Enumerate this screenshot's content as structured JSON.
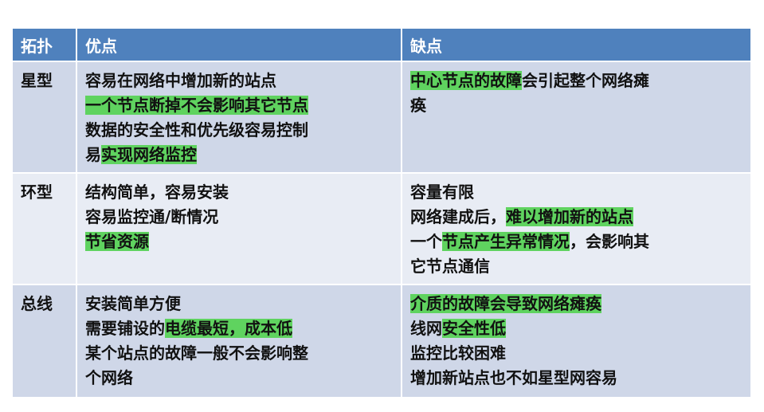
{
  "header": {
    "topology": "拓扑",
    "pros": "优点",
    "cons": "缺点"
  },
  "rows": [
    {
      "topology": "星型",
      "pros": [
        {
          "parts": [
            {
              "text": "容易在网络中增加新的站点",
              "hl": false
            }
          ]
        },
        {
          "parts": [
            {
              "text": "一个节点断掉不会影响其它节点",
              "hl": true
            }
          ]
        },
        {
          "parts": [
            {
              "text": "数据的安全性和优先级容易控制",
              "hl": false
            }
          ]
        },
        {
          "parts": [
            {
              "text": "易",
              "hl": false
            },
            {
              "text": "实现网络监控",
              "hl": true
            }
          ]
        }
      ],
      "cons": [
        {
          "parts": [
            {
              "text": "中心节点的故障",
              "hl": true
            },
            {
              "text": "会引起整个网络瘫",
              "hl": false
            }
          ]
        },
        {
          "parts": [
            {
              "text": "痪",
              "hl": false
            }
          ]
        }
      ]
    },
    {
      "topology": "环型",
      "pros": [
        {
          "parts": [
            {
              "text": "结构简单，容易安装",
              "hl": false
            }
          ]
        },
        {
          "parts": [
            {
              "text": "容易监控通/断情况",
              "hl": false
            }
          ]
        },
        {
          "parts": [
            {
              "text": "节省资源",
              "hl": true
            }
          ]
        }
      ],
      "cons": [
        {
          "parts": [
            {
              "text": "容量有限",
              "hl": false
            }
          ]
        },
        {
          "parts": [
            {
              "text": "网络建成后，",
              "hl": false
            },
            {
              "text": "难以增加新的站点",
              "hl": true
            }
          ]
        },
        {
          "parts": [
            {
              "text": "一个",
              "hl": false
            },
            {
              "text": "节点产生异常情况",
              "hl": true
            },
            {
              "text": "，会影响其",
              "hl": false
            }
          ]
        },
        {
          "parts": [
            {
              "text": "它节点通信",
              "hl": false
            }
          ]
        }
      ]
    },
    {
      "topology": "总线",
      "pros": [
        {
          "parts": [
            {
              "text": "安装简单方便",
              "hl": false
            }
          ]
        },
        {
          "parts": [
            {
              "text": "需要铺设的",
              "hl": false
            },
            {
              "text": "电缆最短，成本低",
              "hl": true
            }
          ]
        },
        {
          "parts": [
            {
              "text": "某个站点的故障一般不会影响整",
              "hl": false
            }
          ]
        },
        {
          "parts": [
            {
              "text": "个网络",
              "hl": false
            }
          ]
        }
      ],
      "cons": [
        {
          "parts": [
            {
              "text": "介质的故障会导致网络瘫痪",
              "hl": true
            }
          ]
        },
        {
          "parts": [
            {
              "text": "线网",
              "hl": false
            },
            {
              "text": "安全性低",
              "hl": true
            }
          ]
        },
        {
          "parts": [
            {
              "text": "监控比较困难",
              "hl": false
            }
          ]
        },
        {
          "parts": [
            {
              "text": "增加新站点也不如星型网容易",
              "hl": false
            }
          ]
        }
      ]
    }
  ]
}
